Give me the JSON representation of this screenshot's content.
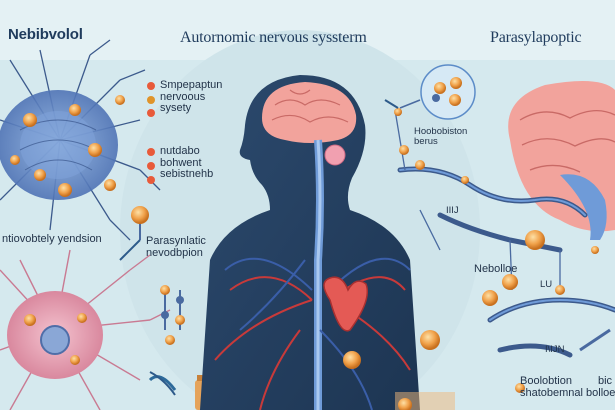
{
  "titles": {
    "left": "Nebibvolol",
    "center": "Autornomic nervous syssterm",
    "right": "Parasylapoptic"
  },
  "labels": {
    "sympathetic": [
      "Smpepaptun",
      "nervoous",
      "sysety"
    ],
    "notebo": [
      "nutdabo",
      "bohwent",
      "sebistnehb"
    ],
    "left_mid": "ntiovobtely yendsion",
    "parasympathetic": [
      "Parasynlatic",
      "nevodbpion"
    ],
    "horbolkiston": [
      "Hoobobiston",
      "berus"
    ],
    "ilu": "IΙΙJ",
    "nebolloe": "Nebolloe",
    "lu": "LU",
    "iuin": "I\\IJN",
    "bottom_right": [
      "Boolobtion",
      "shatobemnal bolloe"
    ],
    "bottom_right_cut": "bic"
  },
  "colors": {
    "background": "#d5e9ee",
    "node": "#f0a14a",
    "nerve": "#3c5a8c",
    "brain": "#f2a39c",
    "vessel_red": "#c83a3a",
    "vessel_blue": "#3a5ea8"
  }
}
